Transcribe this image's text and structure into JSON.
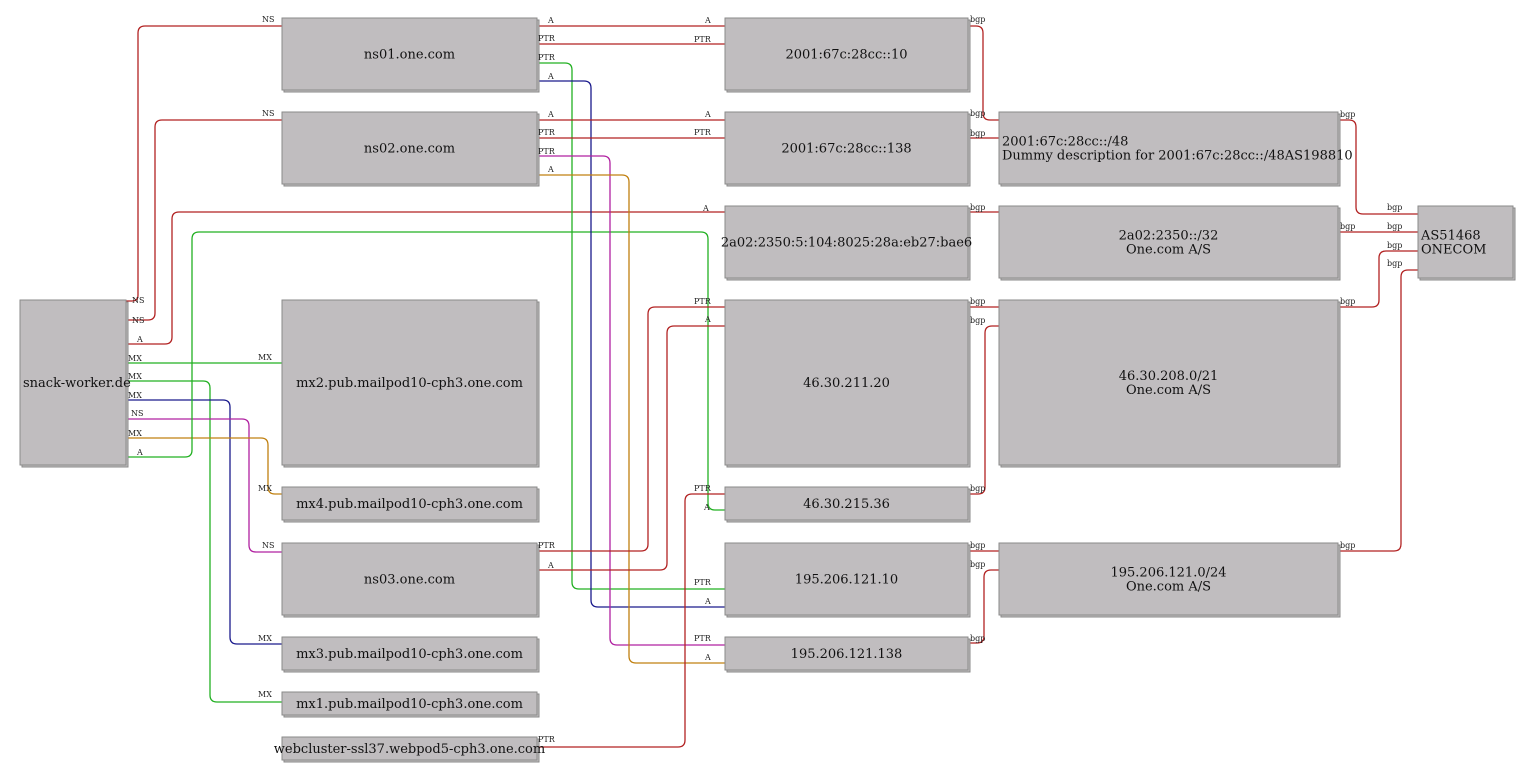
{
  "colors": {
    "node_fill": "#c0bdbf",
    "ns": "#b22222",
    "a": "#b22222",
    "ptr": "#b22222",
    "bgp": "#b22222",
    "mx2": "#22b022",
    "mx1": "#22b022",
    "mx3": "#1a1a8c",
    "ns03": "#b020a0",
    "mx4": "#c08010",
    "green": "#22b022",
    "blue": "#1a1a8c",
    "magenta": "#b020a0",
    "orange": "#c08010"
  },
  "nodes": {
    "snack": {
      "lines": [
        "snack-worker.de"
      ]
    },
    "ns01": {
      "lines": [
        "ns01.one.com"
      ]
    },
    "ns02": {
      "lines": [
        "ns02.one.com"
      ]
    },
    "mx2": {
      "lines": [
        "mx2.pub.mailpod10-cph3.one.com"
      ]
    },
    "mx4": {
      "lines": [
        "mx4.pub.mailpod10-cph3.one.com"
      ]
    },
    "ns03": {
      "lines": [
        "ns03.one.com"
      ]
    },
    "mx3": {
      "lines": [
        "mx3.pub.mailpod10-cph3.one.com"
      ]
    },
    "mx1": {
      "lines": [
        "mx1.pub.mailpod10-cph3.one.com"
      ]
    },
    "webcluster": {
      "lines": [
        "webcluster-ssl37.webpod5-cph3.one.com"
      ]
    },
    "ip6_10": {
      "lines": [
        "2001:67c:28cc::10"
      ]
    },
    "ip6_138": {
      "lines": [
        "2001:67c:28cc::138"
      ]
    },
    "ip6_bae6": {
      "lines": [
        "2a02:2350:5:104:8025:28a:eb27:bae6"
      ]
    },
    "ip4_211_20": {
      "lines": [
        "46.30.211.20"
      ]
    },
    "ip4_215_36": {
      "lines": [
        "46.30.215.36"
      ]
    },
    "ip4_121_10": {
      "lines": [
        "195.206.121.10"
      ]
    },
    "ip4_121_138": {
      "lines": [
        "195.206.121.138"
      ]
    },
    "pfx_2001": {
      "lines": [
        "2001:67c:28cc::/48",
        "Dummy description for 2001:67c:28cc::/48AS198810"
      ]
    },
    "pfx_2a02": {
      "lines": [
        "2a02:2350::/32",
        "One.com A/S"
      ]
    },
    "pfx_46": {
      "lines": [
        "46.30.208.0/21",
        "One.com A/S"
      ]
    },
    "pfx_195": {
      "lines": [
        "195.206.121.0/24",
        "One.com A/S"
      ]
    },
    "as": {
      "lines": [
        "AS51468",
        "ONECOM"
      ]
    }
  },
  "edge_labels": {
    "ns": "NS",
    "a": "A",
    "mx": "MX",
    "ptr": "PTR",
    "bgp": "bgp"
  }
}
